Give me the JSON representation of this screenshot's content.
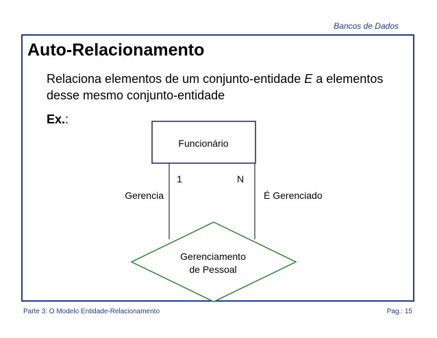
{
  "header": {
    "course_title": "Bancos de Dados"
  },
  "slide": {
    "title": "Auto-Relacionamento",
    "text_before": "Relaciona elementos de um conjunto-entidade ",
    "text_emph": "E",
    "text_after": " a elementos desse mesmo conjunto-entidade",
    "example_label": "Ex.",
    "example_colon": ":"
  },
  "diagram": {
    "entity": "Funcionário",
    "relationship_line1": "Gerenciamento",
    "relationship_line2": "de Pessoal",
    "cardinality_left": "1",
    "cardinality_right": "N",
    "role_left": "Gerencia",
    "role_right": "É Gerenciado",
    "entity_border_color": "#1f1f5f",
    "relationship_border_color": "#2e7d32"
  },
  "footer": {
    "chapter": "Parte 3: O Modelo Entidade-Relacionamento",
    "page": "Pag.: 15"
  }
}
